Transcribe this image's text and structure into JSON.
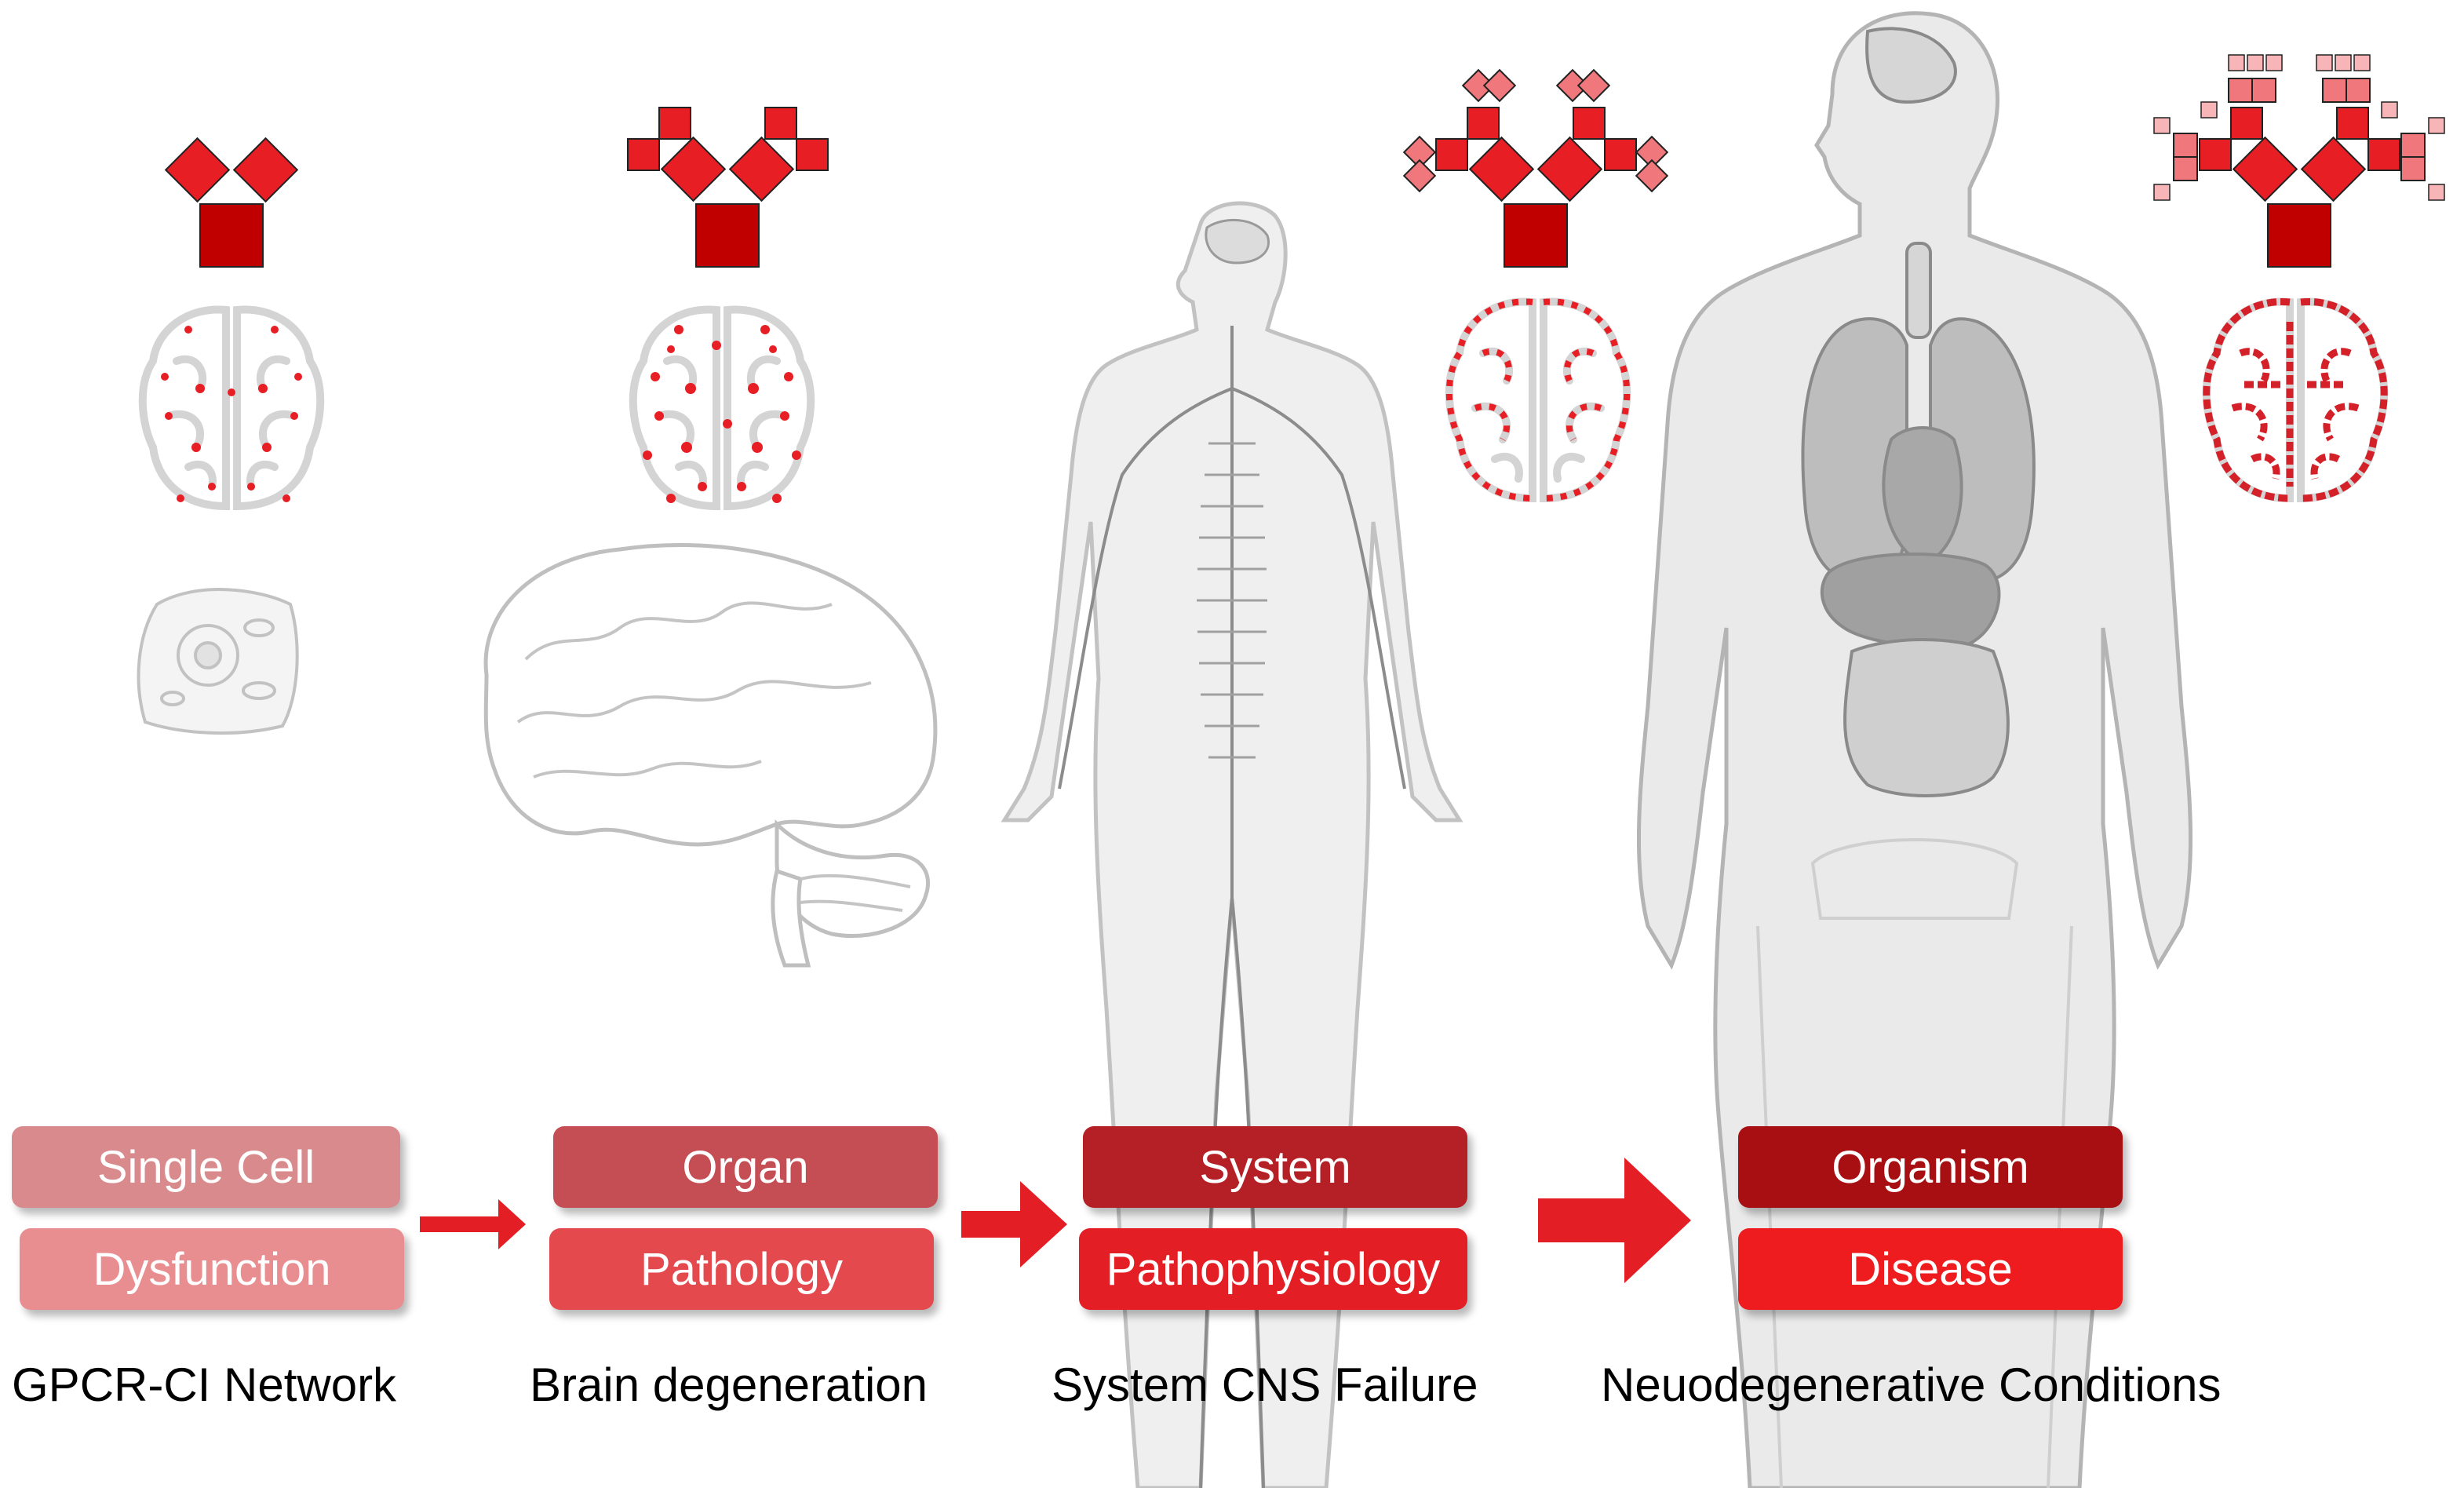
{
  "stages": [
    {
      "top_label": "Single Cell",
      "bottom_label": "Dysfunction",
      "caption": "GPCR-CI Network"
    },
    {
      "top_label": "Organ",
      "bottom_label": "Pathology",
      "caption": "Brain degeneration"
    },
    {
      "top_label": "System",
      "bottom_label": "Pathophysiology",
      "caption": "System CNS Failure"
    },
    {
      "top_label": "Organism",
      "bottom_label": "Disease",
      "caption": "Neuodegenerative Conditions"
    }
  ],
  "colors": {
    "stage1_top": "#d98a8c",
    "stage1_bottom": "#e98e90",
    "stage2_top": "#c44e54",
    "stage2_bottom": "#e4494d",
    "stage3_top": "#b52027",
    "stage3_bottom": "#e31e24",
    "stage4_top": "#a80f12",
    "stage4_bottom": "#ee1c1e",
    "arrow": "#e31e24",
    "tree_dark": "#c00000",
    "tree_mid": "#e81e25",
    "tree_light": "#f0777c",
    "silhouette": "#9a9a9a"
  },
  "icons": [
    "pythagoras-tree-icon",
    "brain-network-icon",
    "cell-icon",
    "brain-icon",
    "nervous-system-icon",
    "human-body-icon",
    "arrow-icon"
  ]
}
